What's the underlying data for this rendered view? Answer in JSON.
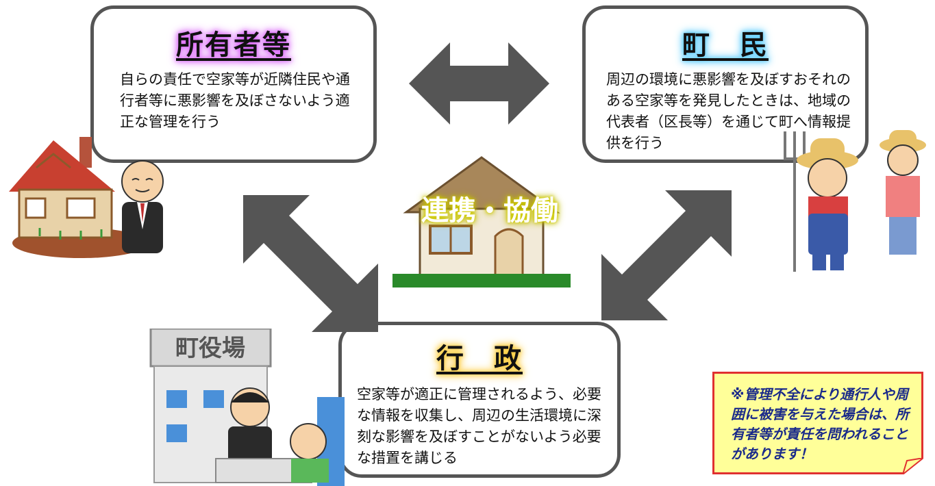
{
  "owner": {
    "title": "所有者等",
    "body": "自らの責任で空家等が近隣住民や通行者等に悪影響を及ぼさないよう適正な管理を行う"
  },
  "residents": {
    "title": "町　民",
    "body": "周辺の環境に悪影響を及ぼすおそれのある空家等を発見したときは、地域の代表者（区長等）を通じて町へ情報提供を行う"
  },
  "government": {
    "title": "行　政",
    "body": "空家等が適正に管理されるよう、必要な情報を収集し、周辺の生活環境に深刻な影響を及ぼすことがないよう必要な措置を講じる"
  },
  "center": {
    "label": "連携・協働"
  },
  "town_hall_sign": "町役場",
  "note": {
    "text": "※管理不全により通行人や周囲に被害を与えた場合は、所有者等が責任を問われることがあります！"
  },
  "colors": {
    "arrow": "#555555",
    "box_border": "#555555",
    "note_border": "#e03030",
    "note_bg": "#ffff99",
    "note_text": "#1a2a8a"
  }
}
